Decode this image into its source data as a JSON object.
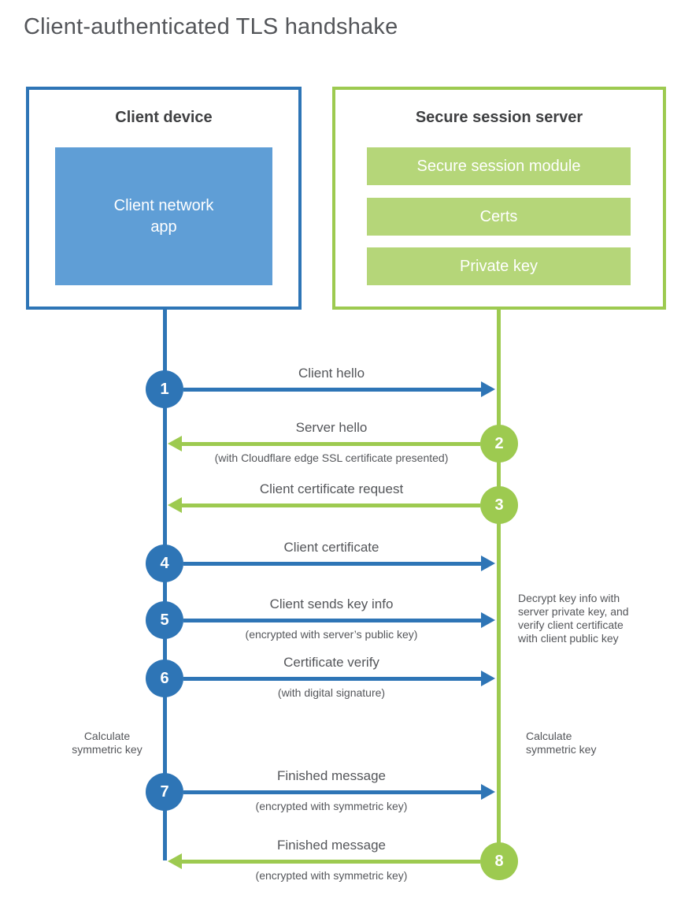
{
  "title": "Client-authenticated TLS handshake",
  "client": {
    "heading": "Client device",
    "app": "Client network\napp"
  },
  "server": {
    "heading": "Secure session server",
    "modules": [
      "Secure session module",
      "Certs",
      "Private key"
    ]
  },
  "steps": [
    {
      "number": "1",
      "from": "client",
      "to": "server",
      "label": "Client hello",
      "sublabel": ""
    },
    {
      "number": "2",
      "from": "server",
      "to": "client",
      "label": "Server hello",
      "sublabel": "(with Cloudflare edge SSL certificate presented)"
    },
    {
      "number": "3",
      "from": "server",
      "to": "client",
      "label": "Client certificate request",
      "sublabel": ""
    },
    {
      "number": "4",
      "from": "client",
      "to": "server",
      "label": "Client certificate",
      "sublabel": ""
    },
    {
      "number": "5",
      "from": "client",
      "to": "server",
      "label": "Client sends key info",
      "sublabel": "(encrypted with server’s public key)"
    },
    {
      "number": "6",
      "from": "client",
      "to": "server",
      "label": "Certificate verify",
      "sublabel": "(with digital signature)"
    },
    {
      "number": "7",
      "from": "client",
      "to": "server",
      "label": "Finished message",
      "sublabel": "(encrypted with symmetric key)"
    },
    {
      "number": "8",
      "from": "server",
      "to": "client",
      "label": "Finished message",
      "sublabel": "(encrypted with symmetric key)"
    }
  ],
  "notes": {
    "server_decrypt": "Decrypt key info with\nserver private key, and\nverify client certificate\nwith client public key",
    "client_calculate": "Calculate\nsymmetric key",
    "server_calculate": "Calculate\nsymmetric key"
  },
  "colors": {
    "client_primary": "#2e75b6",
    "client_fill": "#5f9ed6",
    "server_primary": "#9dca50",
    "server_fill": "#b5d679",
    "text": "#54565a"
  }
}
